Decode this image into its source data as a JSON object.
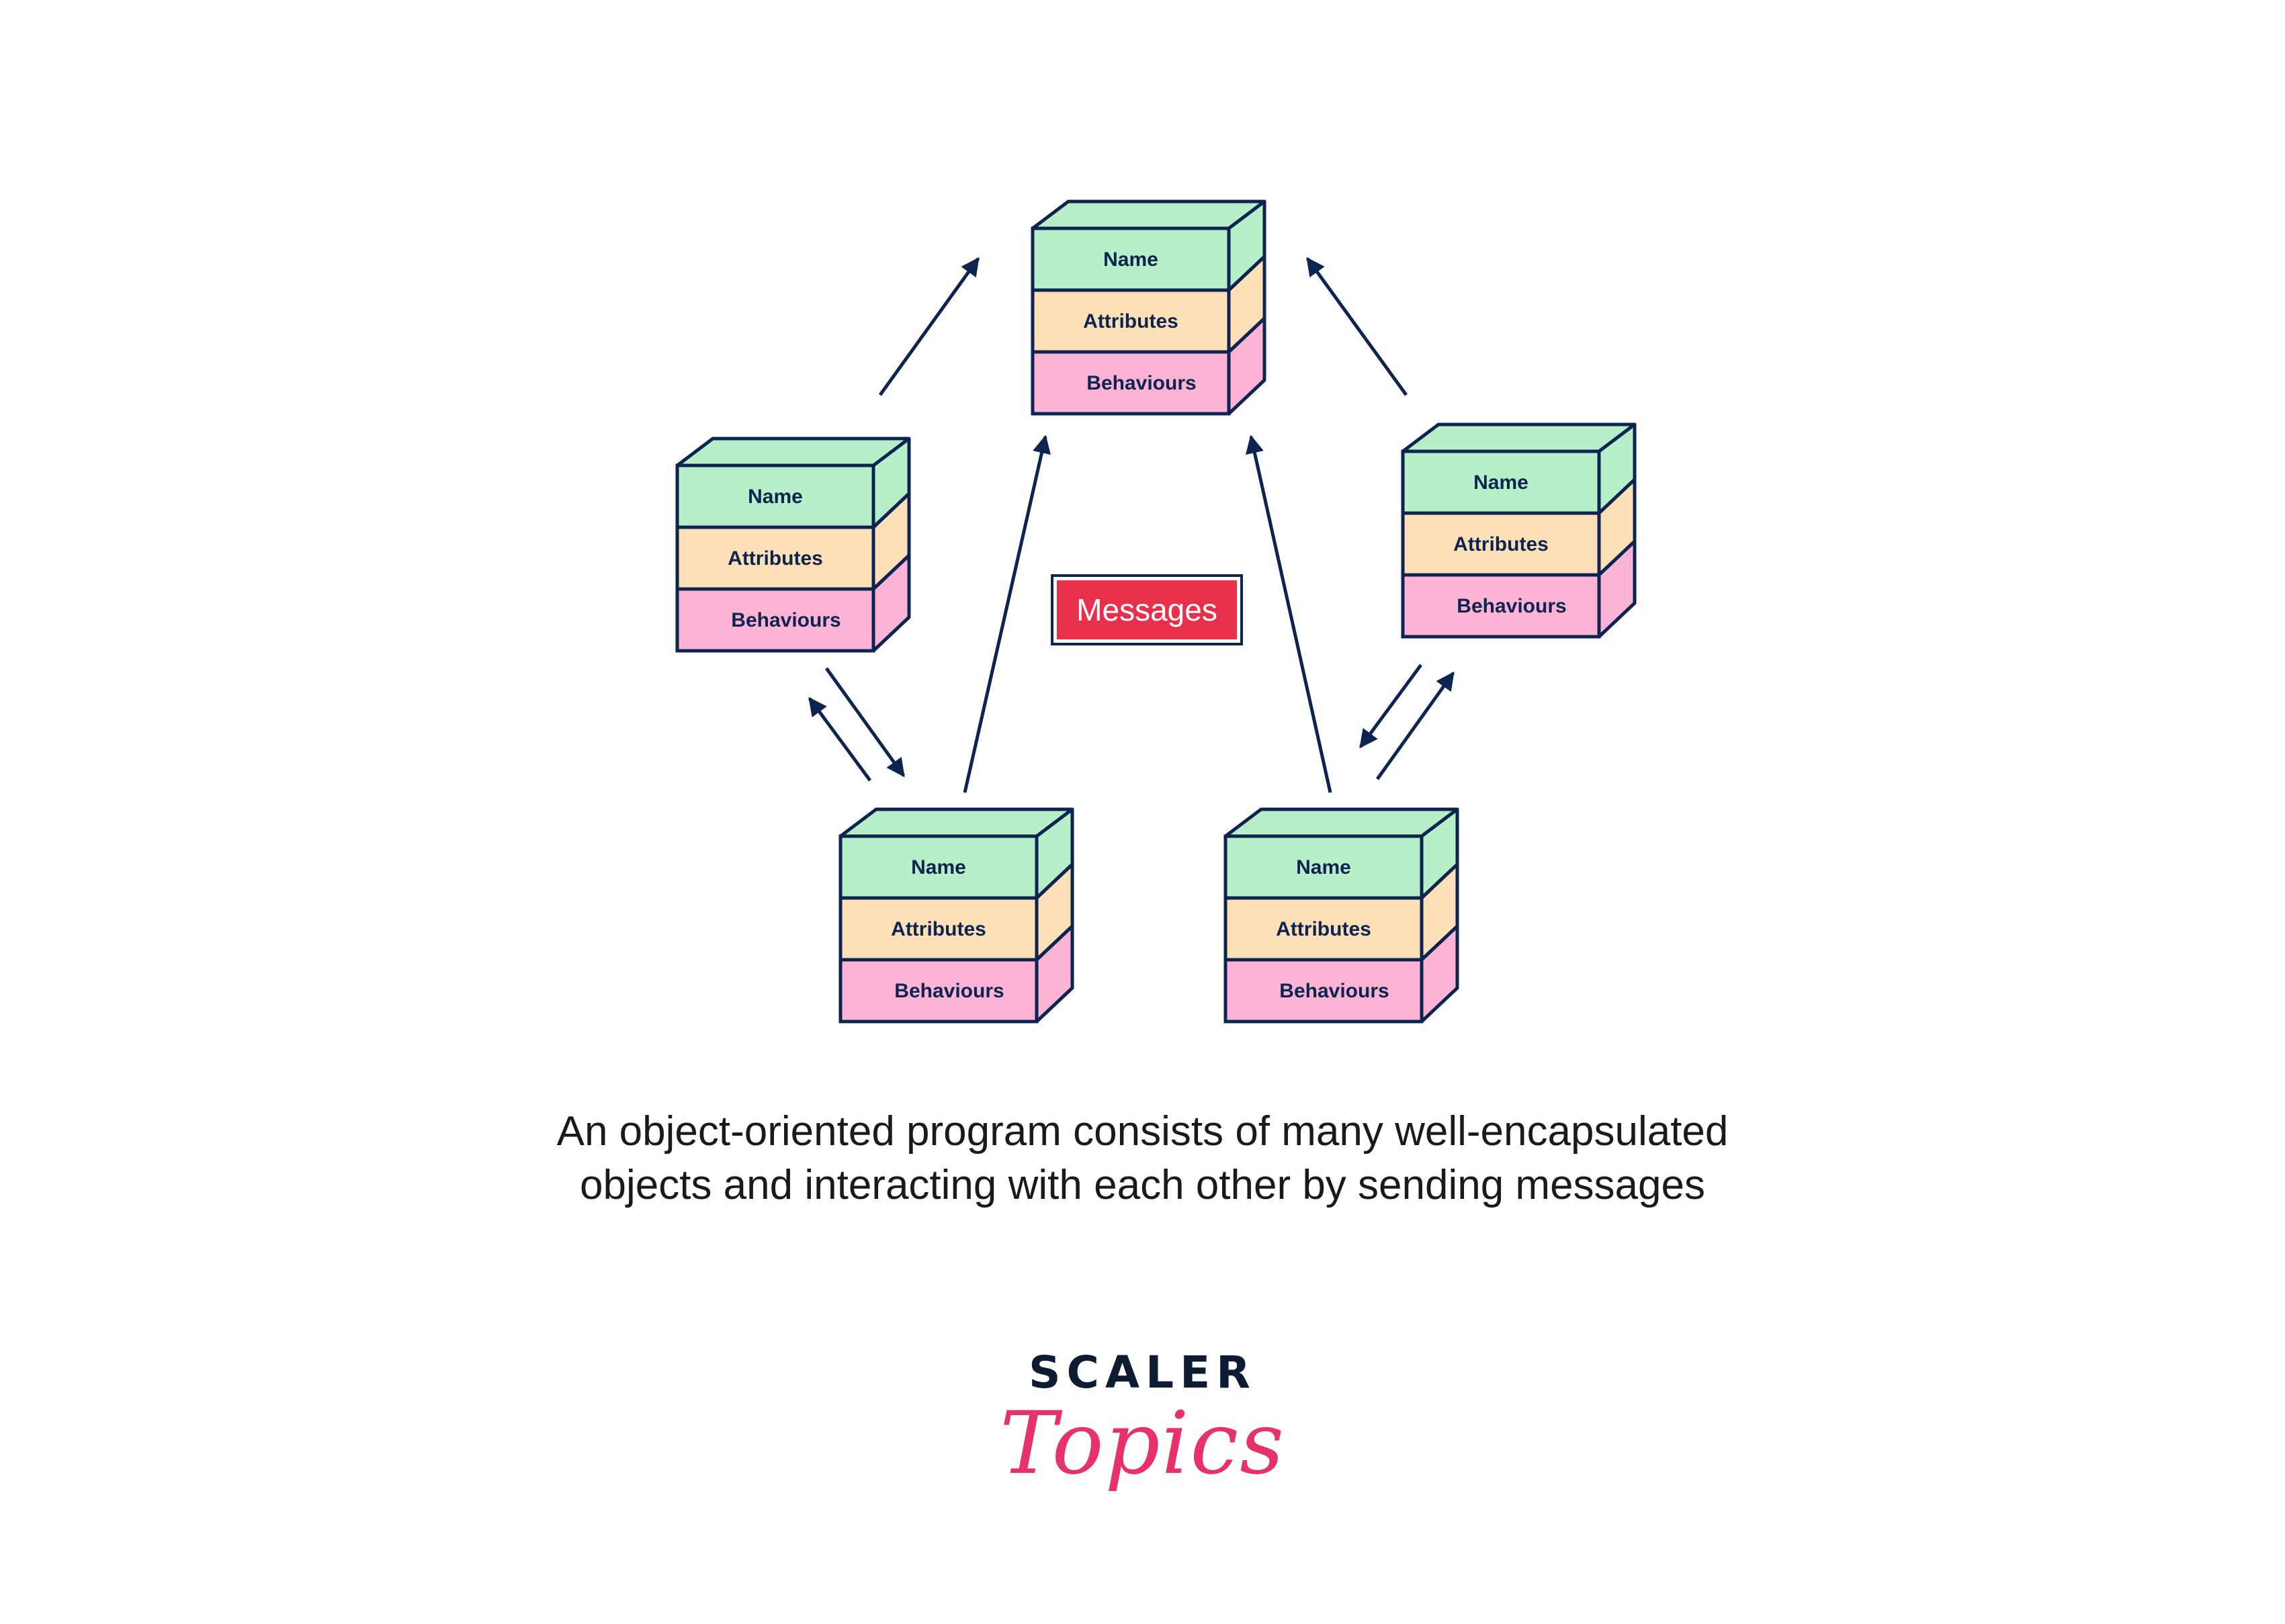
{
  "objects": [
    {
      "id": "top",
      "name": "Name",
      "attributes": "Attributes",
      "behaviours": "Behaviours"
    },
    {
      "id": "left",
      "name": "Name",
      "attributes": "Attributes",
      "behaviours": "Behaviours"
    },
    {
      "id": "right",
      "name": "Name",
      "attributes": "Attributes",
      "behaviours": "Behaviours"
    },
    {
      "id": "bottom-left",
      "name": "Name",
      "attributes": "Attributes",
      "behaviours": "Behaviours"
    },
    {
      "id": "bottom-right",
      "name": "Name",
      "attributes": "Attributes",
      "behaviours": "Behaviours"
    }
  ],
  "messages_label": "Messages",
  "caption": {
    "line1": "An object-oriented program consists of many well-encapsulated",
    "line2": "objects and interacting with each other by sending messages"
  },
  "logo": {
    "word": "SCALER",
    "script": "Topics"
  },
  "colors": {
    "name_band": "#b6efc8",
    "attributes_band": "#fde0b7",
    "behaviours_band": "#fdb4d4",
    "outline": "#0d2350",
    "messages_bg": "#e8304c",
    "logo_pink": "#e6316b"
  }
}
